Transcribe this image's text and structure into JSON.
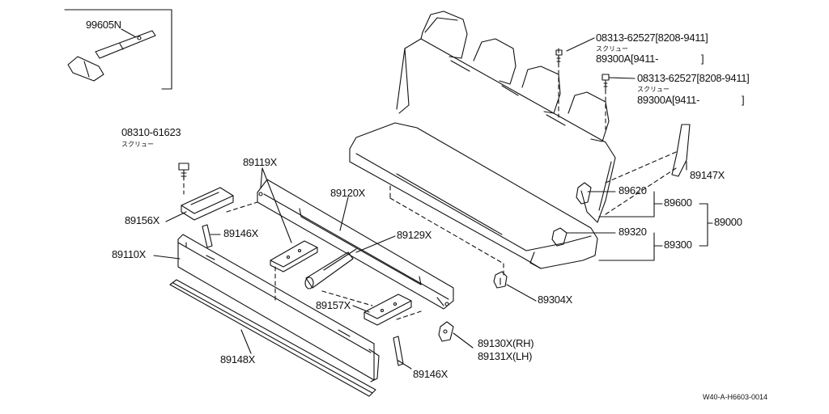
{
  "colors": {
    "ink": "#111111",
    "paper": "#ffffff"
  },
  "inset": {
    "part": "99605N"
  },
  "screws": {
    "left": {
      "part": "08310-61623",
      "note": "スクリュー"
    },
    "top1": {
      "part": "08313-62527[8208-9411]",
      "note": "スクリュー",
      "alt": "89300A[9411-",
      "alt_end": "]"
    },
    "top2": {
      "part": "08313-62527[8208-9411]",
      "note": "スクリュー",
      "alt": "89300A[9411-",
      "alt_end": "]"
    }
  },
  "parts": {
    "p89119X": "89119X",
    "p89120X": "89120X",
    "p89156X": "89156X",
    "p89146X_a": "89146X",
    "p89129X": "89129X",
    "p89110X": "89110X",
    "p89157X": "89157X",
    "p89148X": "89148X",
    "p89146X_b": "89146X",
    "p89130X": "89130X(RH)",
    "p89131X": "89131X(LH)",
    "p89304X": "89304X",
    "p89147X": "89147X",
    "p89620": "89620",
    "p89600": "89600",
    "p89000": "89000",
    "p89320": "89320",
    "p89300": "89300"
  },
  "footer": {
    "code": "W40-A-H6603-0014"
  }
}
